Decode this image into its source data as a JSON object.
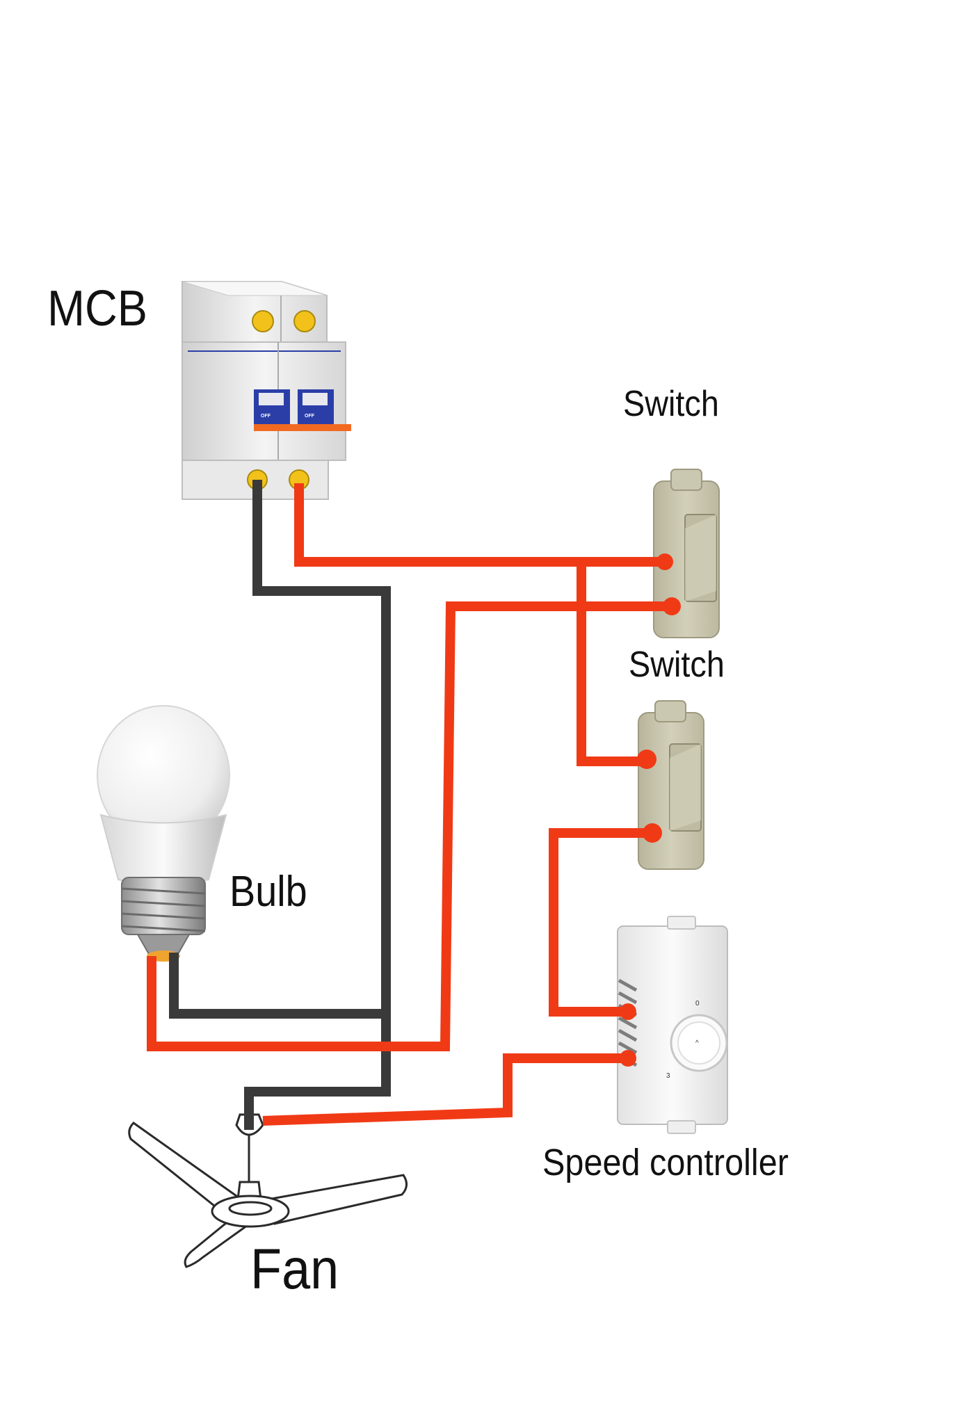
{
  "labels": {
    "mcb": "MCB",
    "switch_top": "Switch",
    "switch_bottom": "Switch",
    "bulb": "Bulb",
    "speed_controller": "Speed controller",
    "fan": "Fan"
  },
  "mcb": {
    "pole_labels": [
      "OFF",
      "OFF"
    ]
  },
  "speed_dial": {
    "marks": [
      "0",
      "^",
      "3"
    ]
  },
  "colors": {
    "live_wire": "#f03a16",
    "neutral_wire": "#3a3a3a",
    "terminal": "#f2c21a",
    "mcb_body": "#e6e6e6",
    "mcb_toggle": "#2b3ea8",
    "switch_body": "#c9c6ae",
    "background": "#ffffff"
  }
}
